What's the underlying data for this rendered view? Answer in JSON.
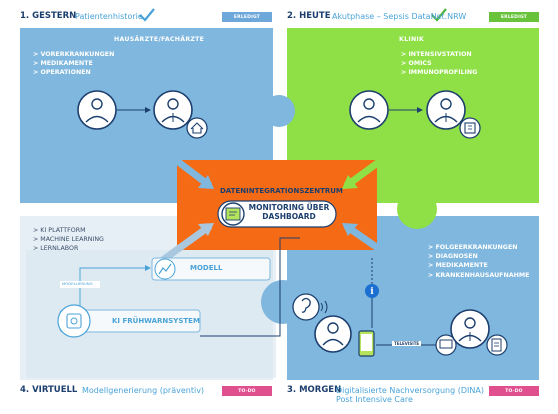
{
  "colors": {
    "blue_panel": "#7fb7de",
    "green_panel": "#8fe046",
    "orange_center": "#f56a14",
    "pale_panel": "#e6eff5",
    "navy": "#1d3f6e",
    "accent_blue": "#4aa3d8",
    "badge_blue": "#6ea8da",
    "badge_green": "#68c23b",
    "badge_pink": "#e0508e"
  },
  "q1": {
    "step": "1. GESTERN",
    "subtitle": "Patientenhistorie",
    "badge": "ERLEDIGT",
    "panel_title": "HAUSÄRZTE/FACHÄRZTE",
    "items": [
      "> VORERKRANKUNGEN",
      "> MEDIKAMENTE",
      "> OPERATIONEN"
    ]
  },
  "q2": {
    "step": "2. HEUTE",
    "subtitle": "Akutphase – Sepsis DataNet.NRW",
    "badge": "ERLEDIGT",
    "panel_title": "KLINIK",
    "items": [
      "> INTENSIVSTATION",
      "> OMICS",
      "> IMMUNOPROFILING"
    ]
  },
  "q3": {
    "step": "3. MORGEN",
    "subtitle_line1": "Digitalisierte Nachversorgung (DINA)",
    "subtitle_line2": "Post Intensive Care",
    "badge": "TO-DO",
    "items": [
      "> FOLGEERKRANKUNGEN",
      "> DIAGNOSEN",
      "> MEDIKAMENTE",
      "> KRANKENHAUSAUFNAHME"
    ],
    "televisite_label": "TELEVISITE"
  },
  "q4": {
    "step": "4. VIRTUELL",
    "subtitle": "Modellgenerierung (präventiv)",
    "badge": "TO-DO",
    "items": [
      "> KI PLATTFORM",
      "> MACHINE LEARNING",
      "> LERNLABOR"
    ],
    "modell_label": "MODELL",
    "modellierung_label": "MODELLIERUNG",
    "ki_label": "KI FRÜHWARNSYSTEM"
  },
  "center": {
    "title": "DATENINTEGRATIONSZENTRUM",
    "monitoring_line1": "MONITORING ÜBER",
    "monitoring_line2": "DASHBOARD"
  },
  "icons": [
    "check-icon",
    "patient-icon",
    "doctor-icon",
    "home-icon",
    "hospital-icon",
    "dashboard-icon",
    "hearing-icon",
    "info-icon",
    "smartphone-icon",
    "monitor-icon",
    "document-icon",
    "chart-icon",
    "ai-chip-icon"
  ]
}
